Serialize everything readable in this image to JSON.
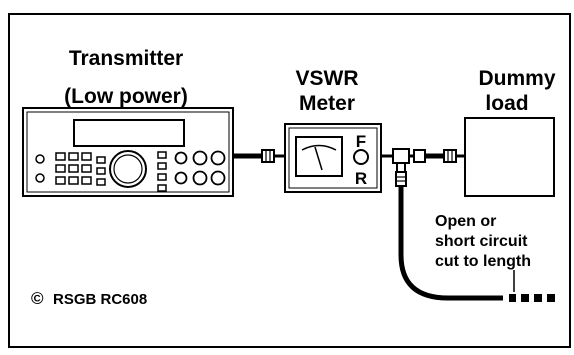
{
  "labels": {
    "transmitter_line1": "Transmitter",
    "transmitter_line2": "(Low power)",
    "vswr_line1": "VSWR",
    "vswr_line2": "Meter",
    "dummy_line1": "Dummy",
    "dummy_line2": "load",
    "meter_forward": "F",
    "meter_reverse": "R",
    "stub_line1": "Open or",
    "stub_line2": "short circuit",
    "stub_line3": "cut to length",
    "copyright_symbol": "©",
    "copyright_text": "RSGB RC608"
  },
  "colors": {
    "ink": "#000000",
    "paper": "#ffffff"
  }
}
